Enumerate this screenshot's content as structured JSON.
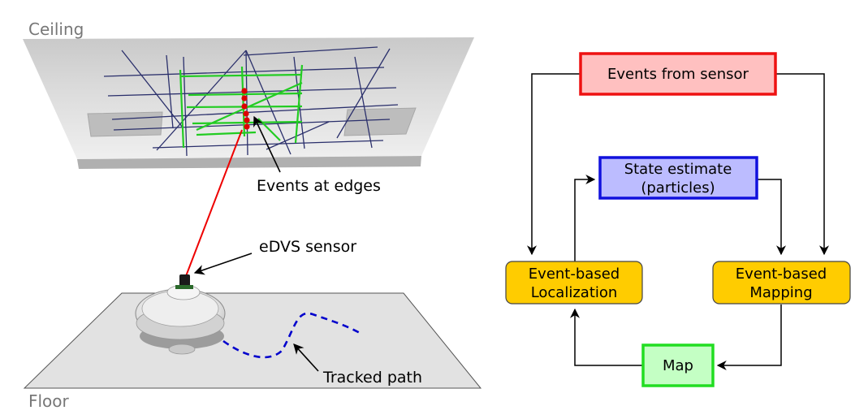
{
  "scene": {
    "ceiling_label": "Ceiling",
    "floor_label": "Floor",
    "events_label": "Events at edges",
    "sensor_label": "eDVS sensor",
    "path_label": "Tracked path"
  },
  "flow": {
    "events_from_sensor": "Events from sensor",
    "state_estimate_line1": "State estimate",
    "state_estimate_line2": "(particles)",
    "localization_line1": "Event-based",
    "localization_line2": "Localization",
    "mapping_line1": "Event-based",
    "mapping_line2": "Mapping",
    "map": "Map"
  },
  "colors": {
    "events_box_fill": "#ffc0c0",
    "events_box_border": "#ee1111",
    "state_box_fill": "#bcbcff",
    "state_box_border": "#1111dd",
    "process_box_fill": "#ffcc00",
    "map_box_fill": "#c4ffc4",
    "map_box_border": "#22dd22",
    "edge_lines": "#22cc22",
    "event_dots": "#dd0000",
    "ray": "#ee0000",
    "tracked_path": "#0000cc"
  }
}
